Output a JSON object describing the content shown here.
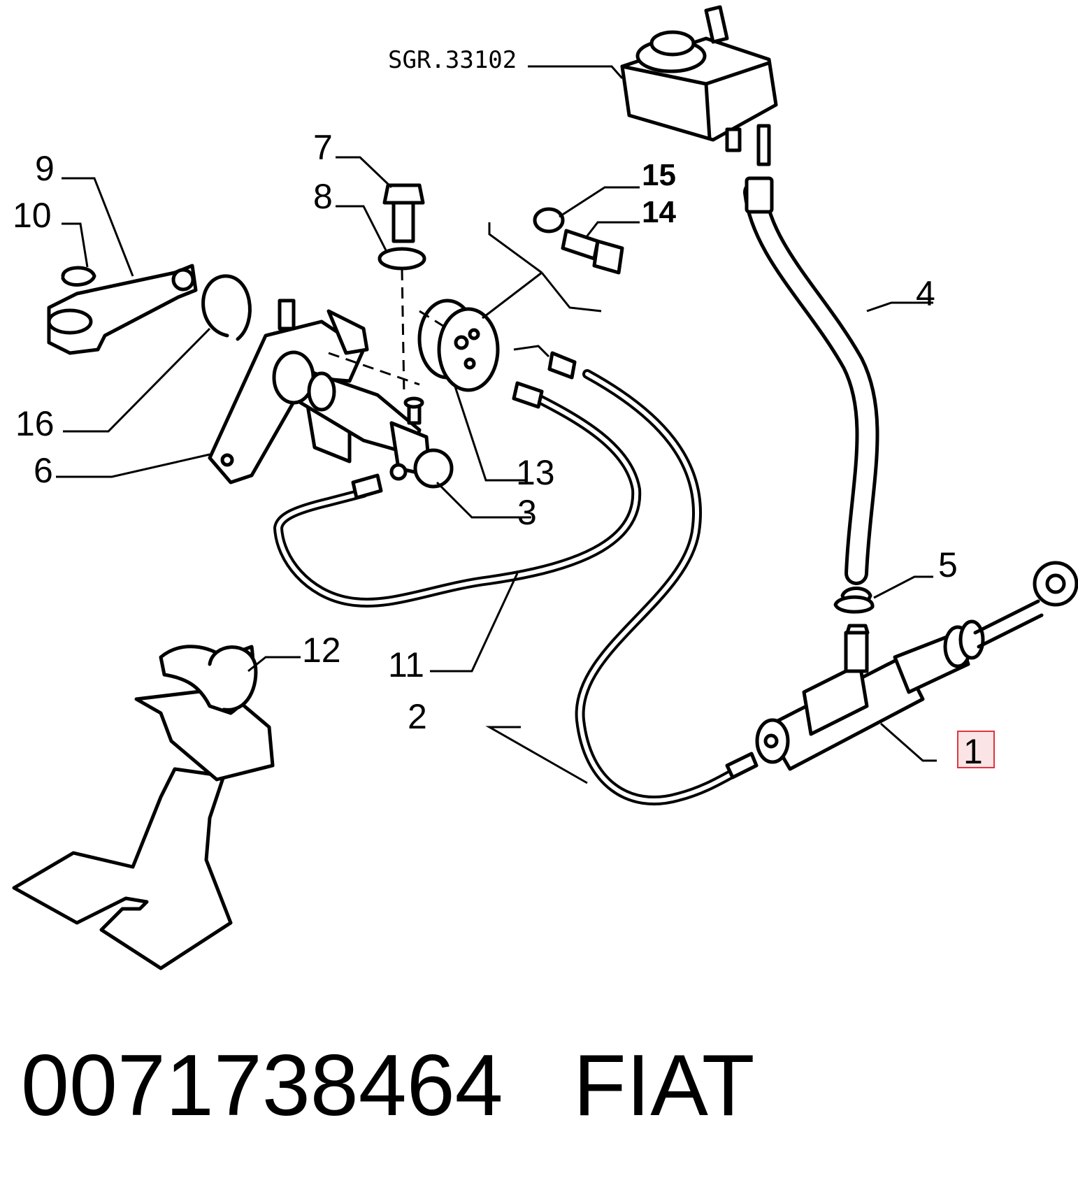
{
  "reference_label": "SGR.33102",
  "callouts": {
    "c1": "1",
    "c2": "2",
    "c3": "3",
    "c4": "4",
    "c5": "5",
    "c6": "6",
    "c7": "7",
    "c8": "8",
    "c9": "9",
    "c10": "10",
    "c11": "11",
    "c12": "12",
    "c13": "13",
    "c14": "14",
    "c15": "15",
    "c16": "16"
  },
  "highlighted_callout": "1",
  "highlight_color": "#e0343c",
  "highlight_fill": "#fbe4e6",
  "footer": {
    "part_number": "0071738464",
    "brand": "FIAT"
  }
}
